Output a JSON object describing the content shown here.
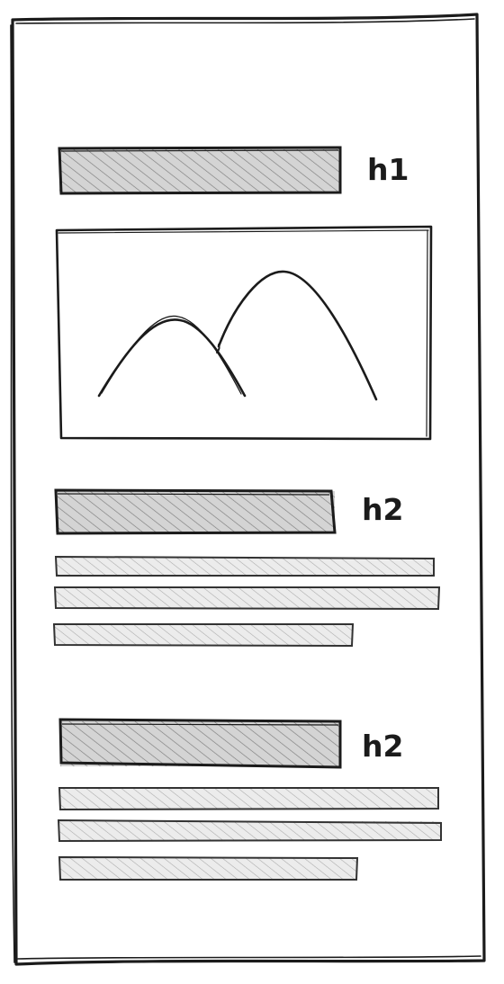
{
  "labels": {
    "h1": "h1",
    "h2_first": "h2",
    "h2_second": "h2"
  },
  "colors": {
    "ink": "#1b1b1b",
    "heading_fill": "#c9c9c9",
    "text_fill": "#e6e6e6",
    "hatch": "#8a8a8a",
    "text_hatch": "#b0b0b0"
  }
}
